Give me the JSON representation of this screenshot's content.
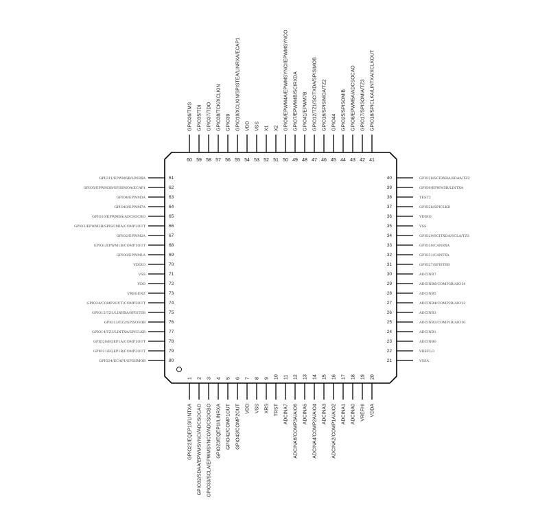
{
  "chip": {
    "left_pins": [
      {
        "num": "61",
        "label": "GPIO11/EPWM6B/LINRXA"
      },
      {
        "num": "62",
        "label": "GPIO5/EPWM3B/SPISIMOA/ECAP1"
      },
      {
        "num": "63",
        "label": "GPIO4/EPWM3A"
      },
      {
        "num": "64",
        "label": "GPIO40/EPWM7A"
      },
      {
        "num": "65",
        "label": "GPIO10/EPWM6A/ADCSOCBO"
      },
      {
        "num": "66",
        "label": "GPIO3/EPWM2B/SPISOMIA/COMP2OUT"
      },
      {
        "num": "67",
        "label": "GPIO2/EPWM2A"
      },
      {
        "num": "68",
        "label": "GPIO1/EPWM1B/COMP1OUT"
      },
      {
        "num": "69",
        "label": "GPIO0/EPWM1A"
      },
      {
        "num": "70",
        "label": "VDDIO"
      },
      {
        "num": "71",
        "label": "VSS"
      },
      {
        "num": "72",
        "label": "VDD"
      },
      {
        "num": "73",
        "label": "VREGENZ"
      },
      {
        "num": "74",
        "label": "GPIO34/COMP2OUT/COMP3OUT"
      },
      {
        "num": "75",
        "label": "GPIO15/TZ1/LINRXA/SPISTEB"
      },
      {
        "num": "76",
        "label": "GPIO13/TZ2/SPISOMIB"
      },
      {
        "num": "77",
        "label": "GPIO14/TZ3/LINTXA/SPICLKB"
      },
      {
        "num": "78",
        "label": "GPIO20/EQEP1A/COMP1OUT"
      },
      {
        "num": "79",
        "label": "GPIO21/EQEP1B/COMP2OUT"
      },
      {
        "num": "80",
        "label": "GPIO24/ECAP1/SPISIMOB"
      }
    ],
    "right_pins": [
      {
        "num": "40",
        "label": "GPIO28/SCIRXDA/SDAA/TZ2"
      },
      {
        "num": "39",
        "label": "GPIO9/EPWM5B/LINTXA"
      },
      {
        "num": "38",
        "label": "TEST2"
      },
      {
        "num": "37",
        "label": "GPIO26/SPICLKB"
      },
      {
        "num": "36",
        "label": "VDDIO"
      },
      {
        "num": "35",
        "label": "VSS"
      },
      {
        "num": "34",
        "label": "GPIO29/SCITXDA/SCLA/TZ3"
      },
      {
        "num": "33",
        "label": "GPIO30/CANRXA"
      },
      {
        "num": "32",
        "label": "GPIO31/CANTXA"
      },
      {
        "num": "31",
        "label": "GPIO27/SPISTEB"
      },
      {
        "num": "30",
        "label": "ADCINB7"
      },
      {
        "num": "29",
        "label": "ADCINB6/COMP3B/AIO14"
      },
      {
        "num": "28",
        "label": "ADCINB5"
      },
      {
        "num": "27",
        "label": "ADCINB4/COMP2B/AIO12"
      },
      {
        "num": "26",
        "label": "ADCINB3"
      },
      {
        "num": "25",
        "label": "ADCINB2/COMP1B/AIO10"
      },
      {
        "num": "24",
        "label": "ADCINB1"
      },
      {
        "num": "23",
        "label": "ADCINB0"
      },
      {
        "num": "22",
        "label": "VREFLO"
      },
      {
        "num": "21",
        "label": "VSSA"
      }
    ],
    "top_pins": [
      {
        "num": "60",
        "label": "GPIO36/TMS"
      },
      {
        "num": "59",
        "label": "GPIO35/TDI"
      },
      {
        "num": "58",
        "label": "GPIO37/TDO"
      },
      {
        "num": "57",
        "label": "GPIO38/TCK/XCLKIN"
      },
      {
        "num": "56",
        "label": "GPIO39"
      },
      {
        "num": "55",
        "label": "GPIO19/XCLKIN/SPISTEA/LINRXA/ECAP1"
      },
      {
        "num": "54",
        "label": "VDD"
      },
      {
        "num": "53",
        "label": "VSS"
      },
      {
        "num": "52",
        "label": "X1"
      },
      {
        "num": "51",
        "label": "X2"
      },
      {
        "num": "50",
        "label": "GPIO6/EPWM4A/EPWMSYNCI/EPWMSYNCO"
      },
      {
        "num": "49",
        "label": "GPIO7/EPWM4B/SCIRXDA"
      },
      {
        "num": "48",
        "label": "GPIO41/EPWM7B"
      },
      {
        "num": "47",
        "label": "GPIO12/TZ1/SCITXDA/SPISIMOB"
      },
      {
        "num": "46",
        "label": "GPIO16/SPISIMOA/TZ2"
      },
      {
        "num": "45",
        "label": "GPIO44"
      },
      {
        "num": "44",
        "label": "GPIO25/SPISOMIB"
      },
      {
        "num": "43",
        "label": "GPIO8/EPWM5A/ADCSOCAO"
      },
      {
        "num": "42",
        "label": "GPIO17/SPISOMIA/TZ3"
      },
      {
        "num": "41",
        "label": "GPIO18/SPICLKA/LINTXA/XCLKOUT"
      }
    ],
    "bottom_pins": [
      {
        "num": "1",
        "label": "GPIO22/EQEP1S/LINTXA"
      },
      {
        "num": "2",
        "label": "GPIO32/SDAA/EPWMSYNCI/ADCSOCAO"
      },
      {
        "num": "3",
        "label": "GPIO33/SCLA/EPWMSYNCO/ADCSOCBO"
      },
      {
        "num": "4",
        "label": "GPIO23/EQEP1I/LINRXA"
      },
      {
        "num": "5",
        "label": "GPIO42/COMP1OUT"
      },
      {
        "num": "6",
        "label": "GPIO43/COMP2OUT"
      },
      {
        "num": "7",
        "label": "VDD"
      },
      {
        "num": "8",
        "label": "VSS"
      },
      {
        "num": "9",
        "label": "XRS"
      },
      {
        "num": "10",
        "label": "TRST"
      },
      {
        "num": "11",
        "label": "ADCINA7"
      },
      {
        "num": "12",
        "label": "ADCINA6/COMP3A/AIO6"
      },
      {
        "num": "13",
        "label": "ADCINA5"
      },
      {
        "num": "14",
        "label": "ADCINA4/COMP2A/AIO4"
      },
      {
        "num": "15",
        "label": "ADCINA3"
      },
      {
        "num": "16",
        "label": "ADCINA2/COMP1A/AIO2"
      },
      {
        "num": "17",
        "label": "ADCINA1"
      },
      {
        "num": "18",
        "label": "ADCINA0"
      },
      {
        "num": "19",
        "label": "VREFHI"
      },
      {
        "num": "20",
        "label": "VDDA"
      }
    ]
  }
}
